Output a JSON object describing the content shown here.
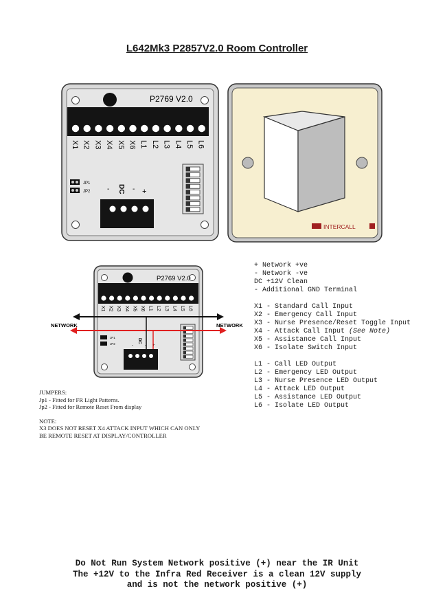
{
  "title": "L642Mk3 P2857V2.0 Room Controller",
  "board": {
    "name": "P2769 V2.0",
    "terminals": [
      "X1",
      "X2",
      "X3",
      "X4",
      "X5",
      "X6",
      "L1",
      "L2",
      "L3",
      "L4",
      "L5",
      "L6"
    ],
    "jumpers": [
      "JP1",
      "JP2"
    ],
    "dc_label": "DC",
    "power_minus": "-",
    "power_blank": "-",
    "power_plus": "+"
  },
  "faceplate": {
    "brand": "INTERCALL"
  },
  "small_board": {
    "name": "P2769 V2.0"
  },
  "network": {
    "left": "NETWORK",
    "right": "NETWORK"
  },
  "power_legend": [
    "+ Network +ve",
    "- Network -ve",
    "DC +12V Clean",
    "- Additional GND Terminal"
  ],
  "inputs": [
    "X1 - Standard Call Input",
    "X2 - Emergency Call Input",
    "X3 - Nurse Presence/Reset Toggle Input",
    "X4 - Attack Call Input",
    "X5 - Assistance Call Input",
    "X6 - Isolate Switch Input"
  ],
  "x4_note": "(See Note)",
  "outputs": [
    "L1 - Call LED Output",
    "L2 - Emergency LED Output",
    "L3 - Nurse Presence LED Output",
    "L4 - Attack LED Output",
    "L5 - Assistance LED Output",
    "L6 - Isolate LED Output"
  ],
  "jumpers_notes": {
    "heading": "JUMPERS:",
    "lines": [
      "Jp1 - Fitted for FR Light Patterns.",
      "Jp2 - Fitted for Remote Reset From display"
    ]
  },
  "note": {
    "heading": "NOTE:",
    "lines": [
      "X3 DOES NOT RESET X4 ATTACK INPUT WHICH CAN ONLY",
      "BE REMOTE RESET AT DISPLAY/CONTROLLER"
    ]
  },
  "warning": [
    "Do Not Run System Network positive (+) near the IR Unit",
    "The +12V to the Infra Red Receiver is a clean 12V supply",
    "and is not the network positive (+)"
  ],
  "colors": {
    "red": "#e02020",
    "faceplate": "#f7efd0",
    "brand": "#a02020"
  }
}
